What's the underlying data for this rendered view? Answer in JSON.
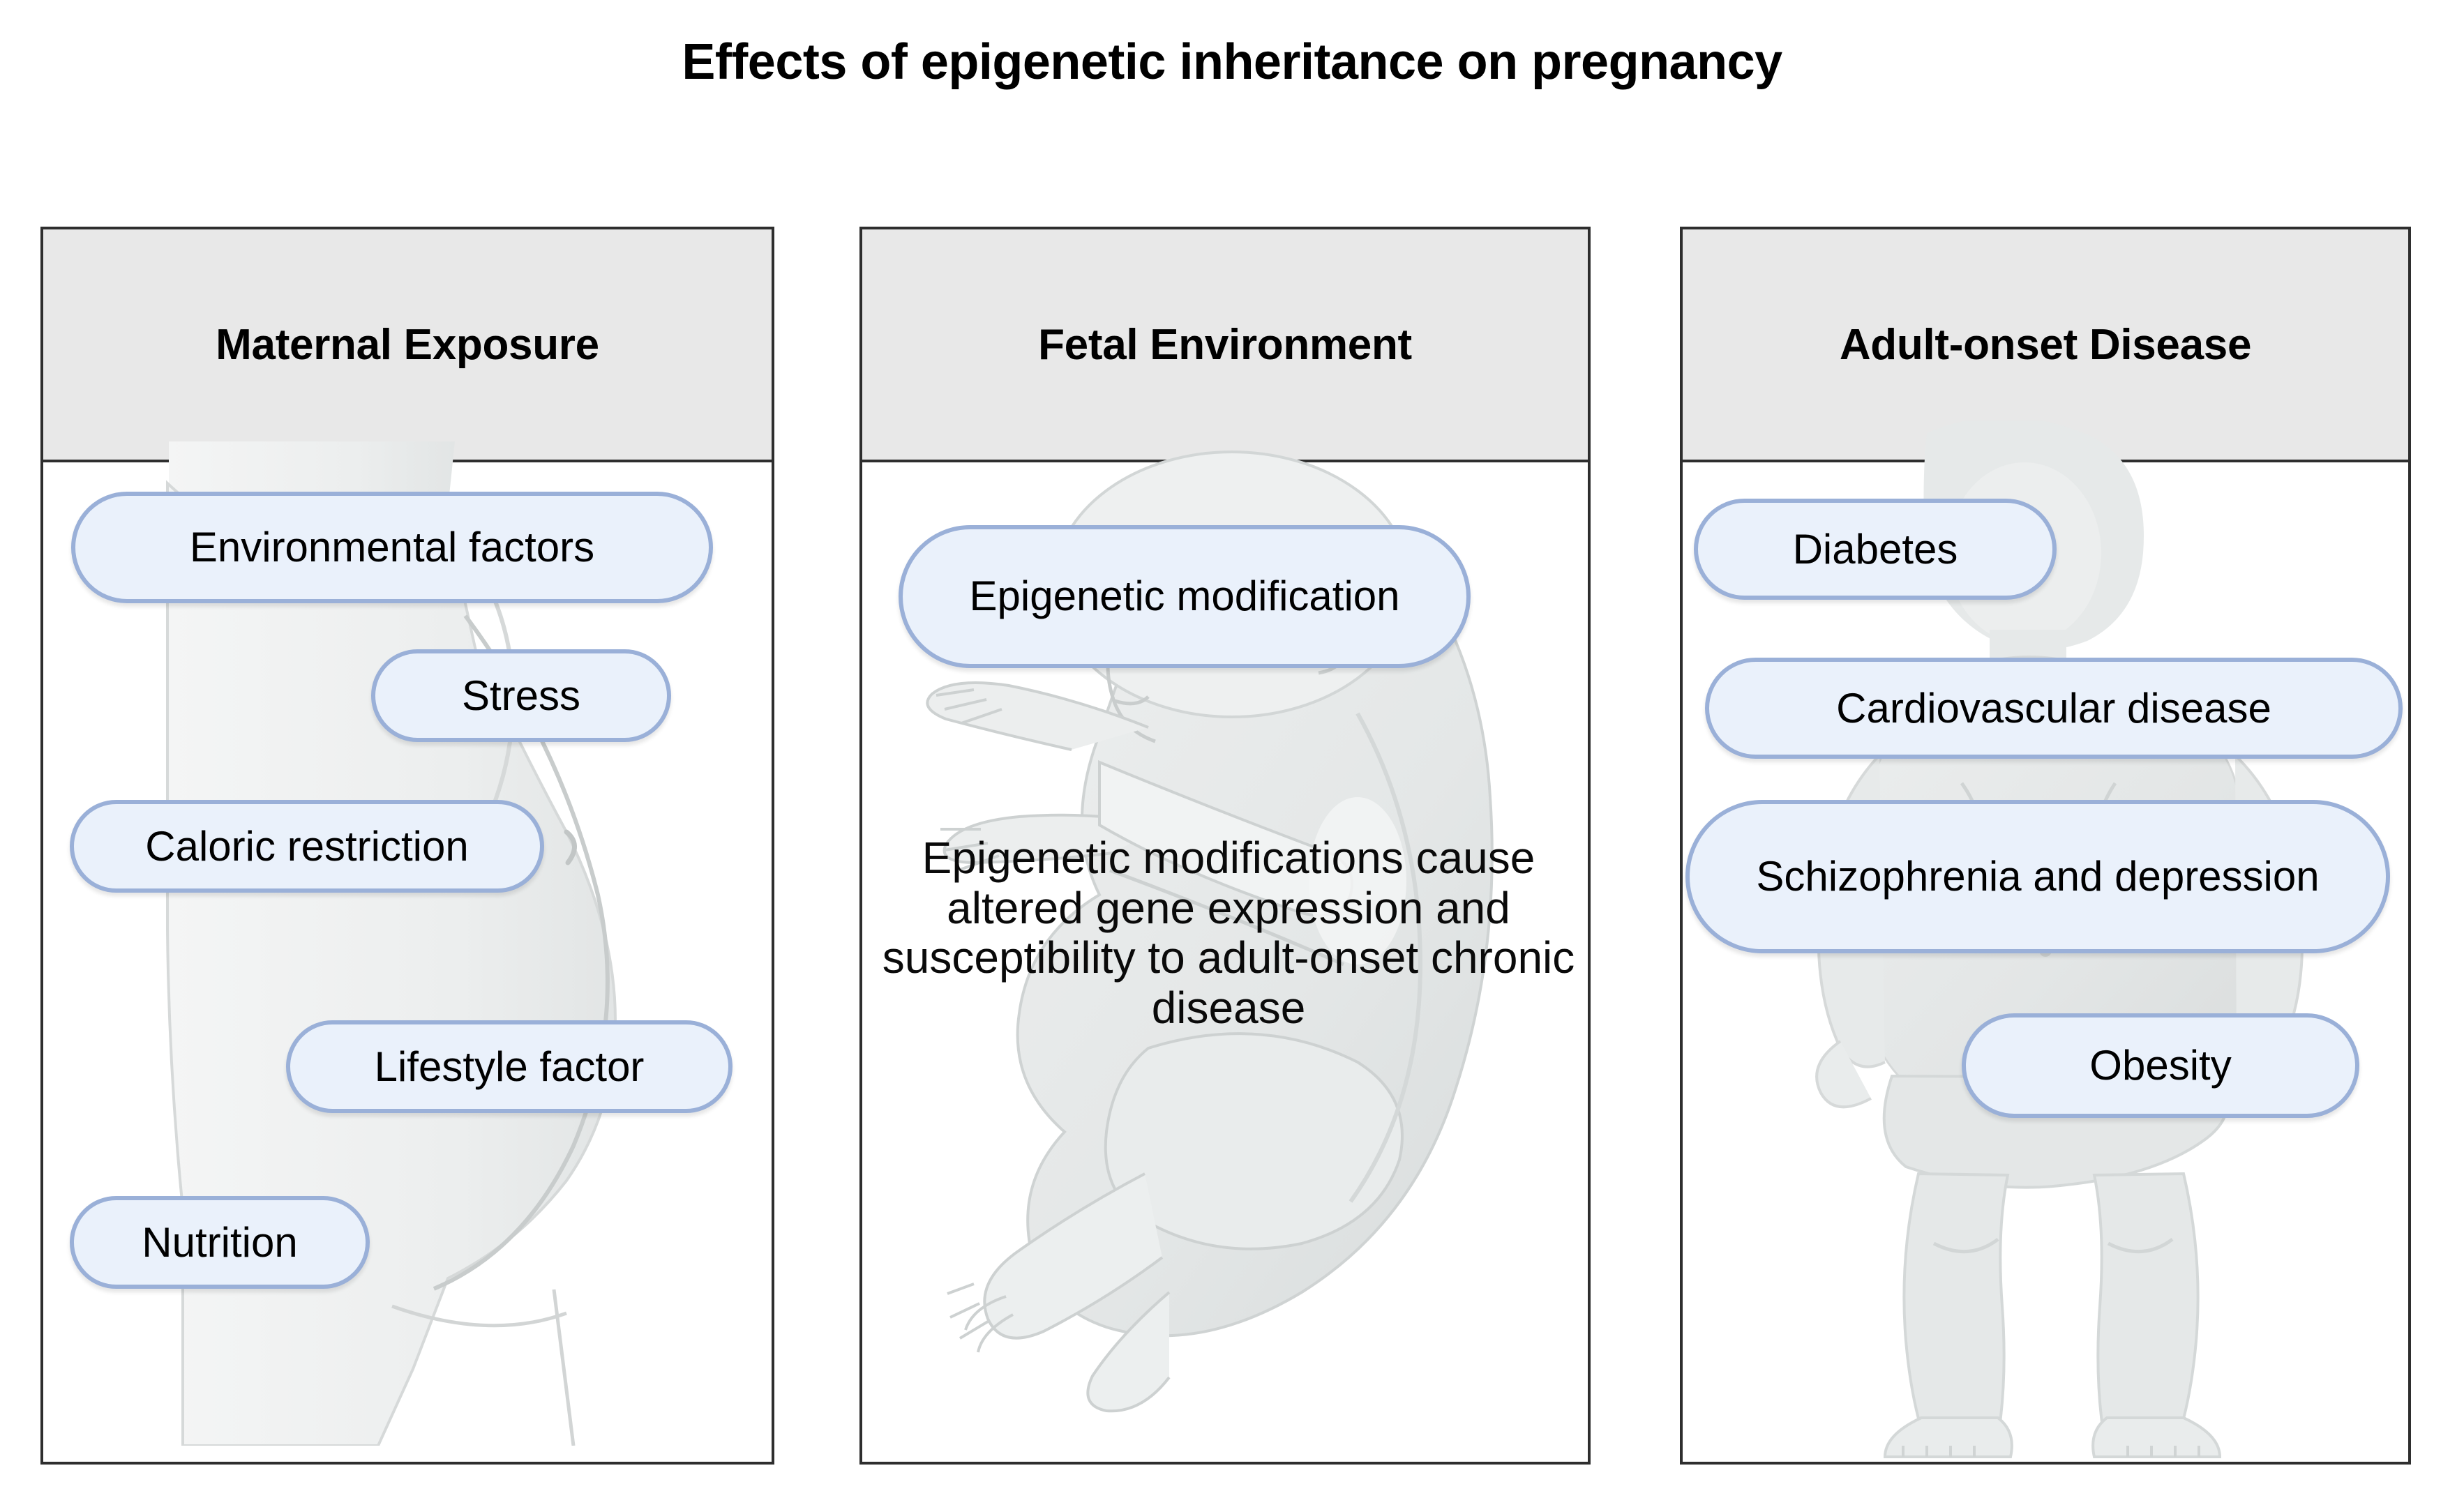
{
  "title": "Effects of epigenetic inheritance on pregnancy",
  "colors": {
    "pill_fill": "#eaf1fb",
    "pill_border": "#9ab0d8",
    "header_fill": "#e8e8e8",
    "column_border": "#2e2e2e",
    "artwork_gray": "#e3e6e6",
    "text": "#000000",
    "page_background": "#ffffff"
  },
  "columns": [
    {
      "id": "maternal",
      "header": "Maternal Exposure",
      "artwork": "pregnant-woman-silhouette",
      "pills": [
        {
          "id": "environmental-factors",
          "label": "Environmental factors"
        },
        {
          "id": "stress",
          "label": "Stress"
        },
        {
          "id": "caloric-restriction",
          "label": "Caloric restriction"
        },
        {
          "id": "lifestyle-factor",
          "label": "Lifestyle factor"
        },
        {
          "id": "nutrition",
          "label": "Nutrition"
        }
      ]
    },
    {
      "id": "fetal",
      "header": "Fetal Environment",
      "artwork": "fetus-illustration",
      "pills": [
        {
          "id": "epigenetic-modification",
          "label": "Epigenetic modification"
        }
      ],
      "description": "Epigenetic modifications cause altered gene expression and susceptibility to adult-onset chronic disease"
    },
    {
      "id": "adult",
      "header": "Adult-onset Disease",
      "artwork": "seated-adult-silhouette",
      "pills": [
        {
          "id": "diabetes",
          "label": "Diabetes"
        },
        {
          "id": "cardiovascular-disease",
          "label": "Cardiovascular disease"
        },
        {
          "id": "schizophrenia-depression",
          "label": "Schizophrenia and depression"
        },
        {
          "id": "obesity",
          "label": "Obesity"
        }
      ]
    }
  ]
}
